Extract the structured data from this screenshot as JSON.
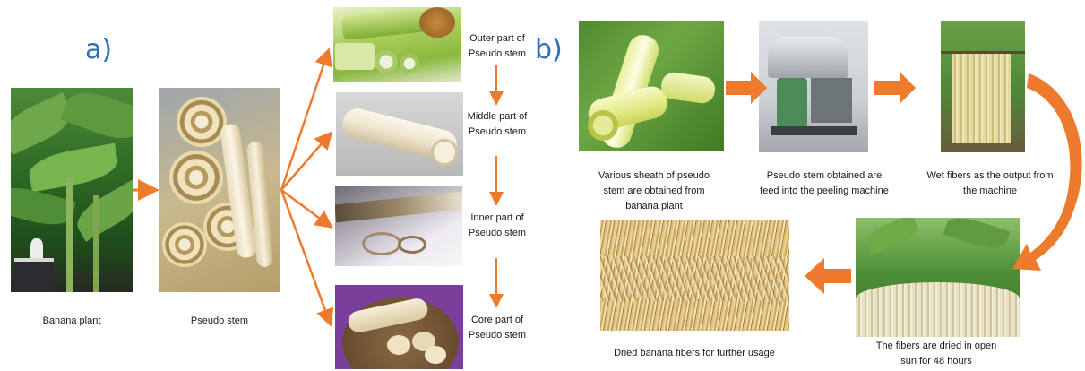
{
  "panels": {
    "a": "a)",
    "b": "b)"
  },
  "captions": {
    "banana_plant": "Banana plant",
    "pseudo_stem": "Pseudo stem",
    "outer_part": "Outer part of Pseudo stem",
    "middle_part": "Middle part of Pseudo stem",
    "inner_part": "Inner part of Pseudo stem",
    "core_part": "Core part of Pseudo stem",
    "step1": "Various sheath of pseudo stem are obtained from banana plant",
    "step2": "Pseudo stem obtained are feed into the peeling machine",
    "step3": "Wet fibers as the output from the machine",
    "step4": "The fibers are dried in open sun for 48 hours",
    "step5": "Dried banana fibers for further usage"
  },
  "colors": {
    "arrow": "#ee7a2e",
    "panel_label": "#2e6fb7"
  },
  "icons": {
    "arrow": "right-arrow-icon",
    "curved_arrow": "curved-arrow-icon"
  }
}
